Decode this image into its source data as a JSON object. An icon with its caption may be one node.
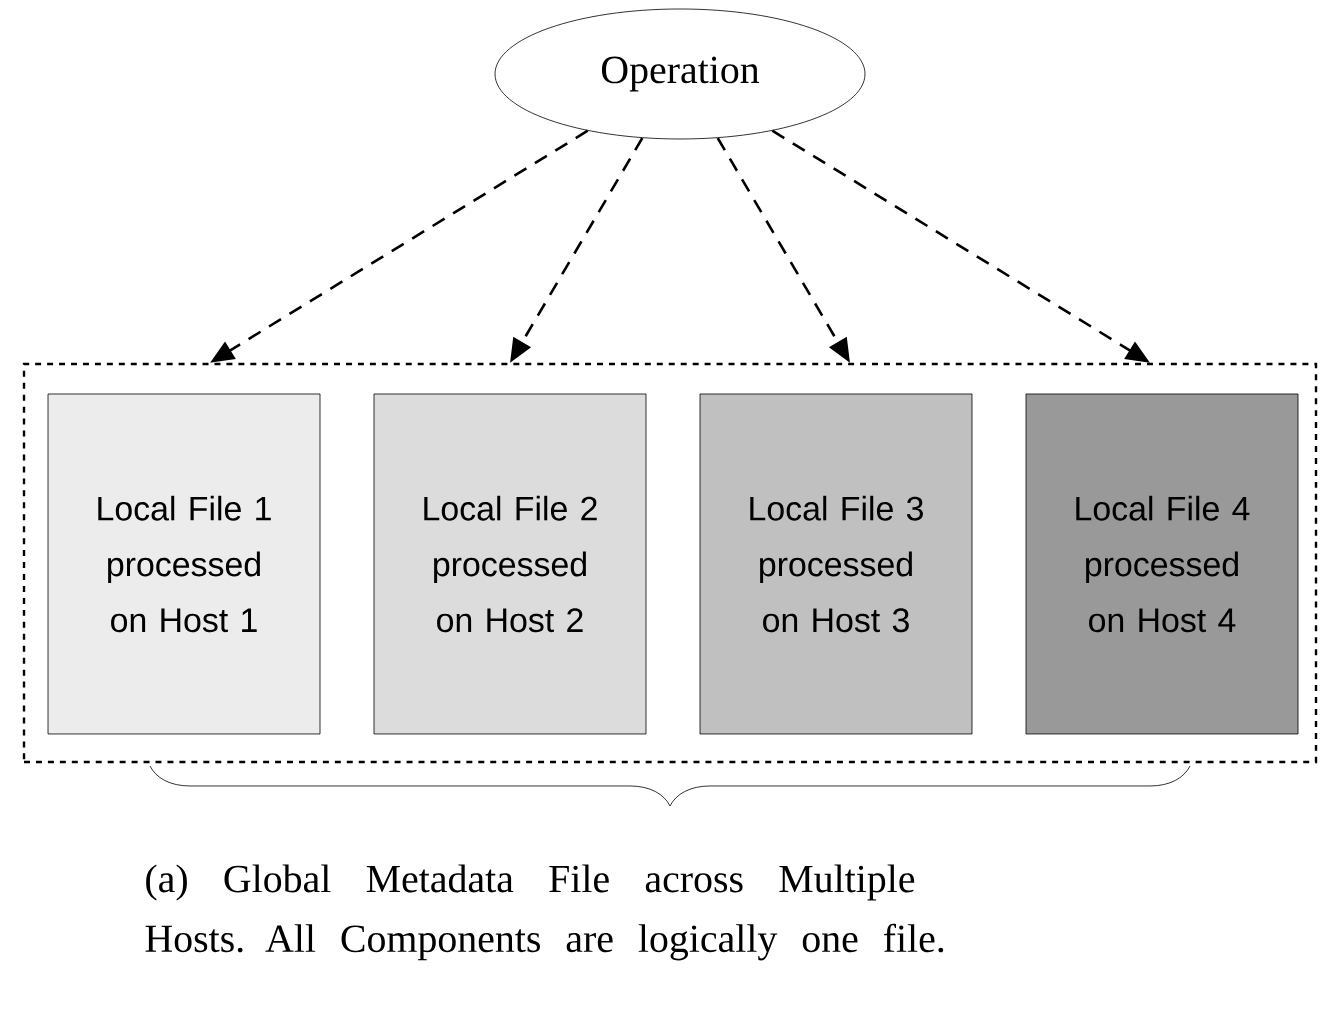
{
  "diagram": {
    "caption": "(a) Global Metadata File across Multiple Hosts. All Components are logically one file.",
    "nodes": [
      {
        "text": [
          "Operation"
        ]
      },
      {
        "text": [],
        "shape": "box"
      },
      {
        "text": [
          "Local File 1 processed on Host 1"
        ],
        "in": 1
      },
      {
        "text": [
          "Local File 2 processed on Host 2"
        ],
        "in": 1
      },
      {
        "text": [
          "Local File 3 processed on Host 3"
        ],
        "in": 1
      },
      {
        "text": [
          "Local File 4 processed on Host 4"
        ],
        "in": 1
      }
    ],
    "edges": [
      {
        "from": 0,
        "to": 1,
        "arrow": "to",
        "style": "dashed"
      },
      {
        "from": 0,
        "to": 1,
        "arrow": "to",
        "style": "dashed"
      },
      {
        "from": 0,
        "to": 1,
        "arrow": "to",
        "style": "dashed"
      },
      {
        "from": 0,
        "to": 1,
        "arrow": "to",
        "style": "dashed"
      }
    ]
  }
}
